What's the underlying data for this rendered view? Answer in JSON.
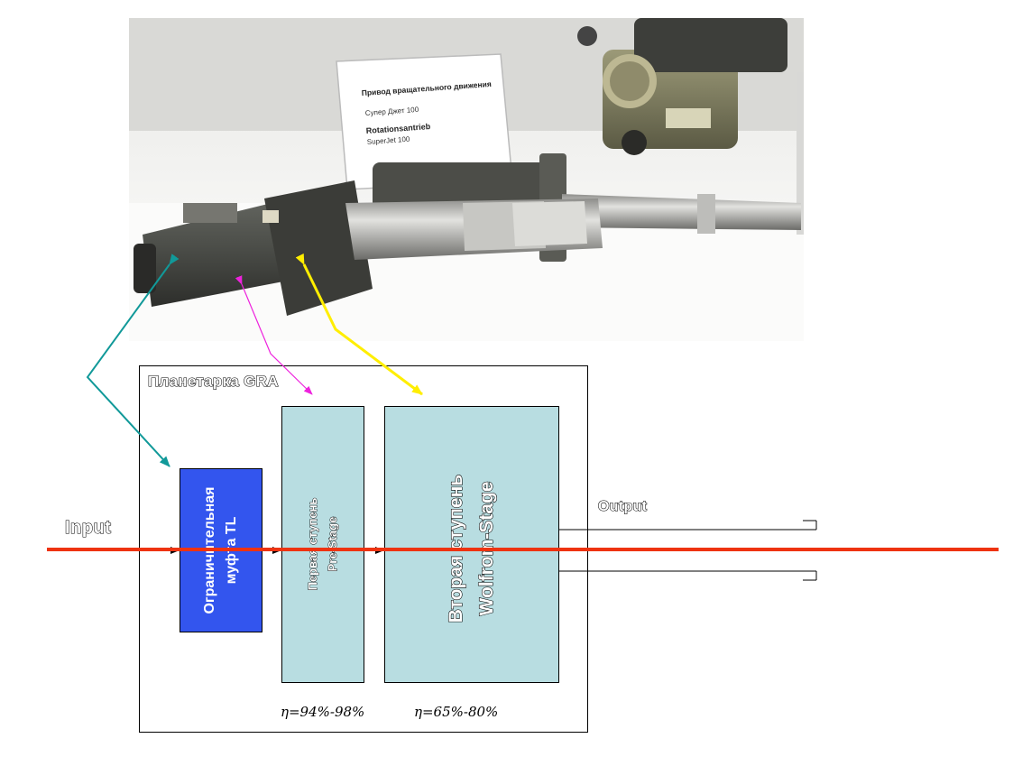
{
  "photo": {
    "sign_ru_title": "Привод вращательного движения",
    "sign_ru_sub": "Супер Джет 100",
    "sign_de_title": "Rotationsantrieb",
    "sign_de_sub": "SuperJet 100"
  },
  "diagram": {
    "frame_title": "Планетарка GRA",
    "input_label": "Input",
    "output_label": "Output",
    "block_limiter": {
      "line1": "Ограничительная",
      "line2": "муфта TL"
    },
    "block_stage1": {
      "line1": "Первая ступень",
      "line2": "Pre-Stage"
    },
    "block_stage2": {
      "line1": "Вторая ступень",
      "line2": "Wolfrom-Stage"
    },
    "efficiency_stage1": "η=94%-98%",
    "efficiency_stage2": "η=65%-80%"
  },
  "colors": {
    "shaft_line": "#ee3311",
    "limiter_block": "#3355ee",
    "stage_block": "#b8dde1",
    "arrow_teal": "#119999",
    "arrow_magenta": "#ee22dd",
    "arrow_yellow": "#ffee00"
  }
}
